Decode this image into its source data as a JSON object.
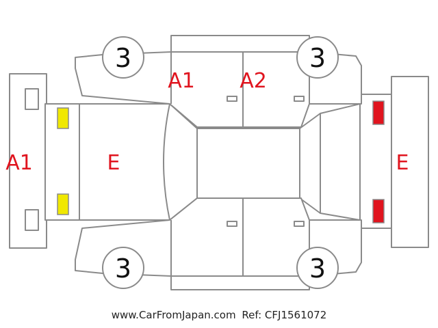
{
  "damage_labels": {
    "front_left_door": "A1",
    "rear_left_door": "A2",
    "front_bumper": "A1",
    "hood": "E",
    "rear_panel": "E"
  },
  "wheel_labels": {
    "front_left": "3",
    "rear_left": "3",
    "front_right": "3",
    "rear_right": "3"
  },
  "footer": {
    "website": "www.CarFromJapan.com",
    "ref": "Ref: CFJ1561072"
  },
  "colors": {
    "label": "#e0141e",
    "headlight_front": "#f0e800",
    "tail_light": "#e0141e",
    "outline": "#8a8a8a"
  }
}
